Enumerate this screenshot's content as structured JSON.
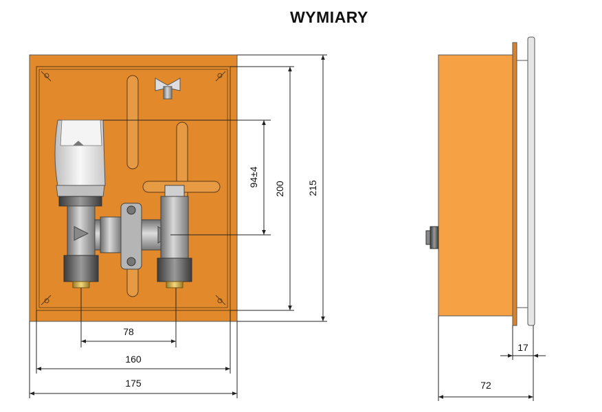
{
  "title": "WYMIARY",
  "front_view": {
    "dimensions": {
      "valve_spacing": "78",
      "inner_width": "160",
      "outer_width": "175",
      "center_height": "94±4",
      "inner_height": "200",
      "outer_height": "215"
    }
  },
  "side_view": {
    "dimensions": {
      "flange_depth": "17",
      "total_depth": "72"
    }
  },
  "colors": {
    "box_orange": "#E28A2B",
    "side_orange": "#F6A244",
    "valve_metal": "#9A9A9A",
    "thermo_head": "#EDEDED",
    "line": "#222222"
  }
}
